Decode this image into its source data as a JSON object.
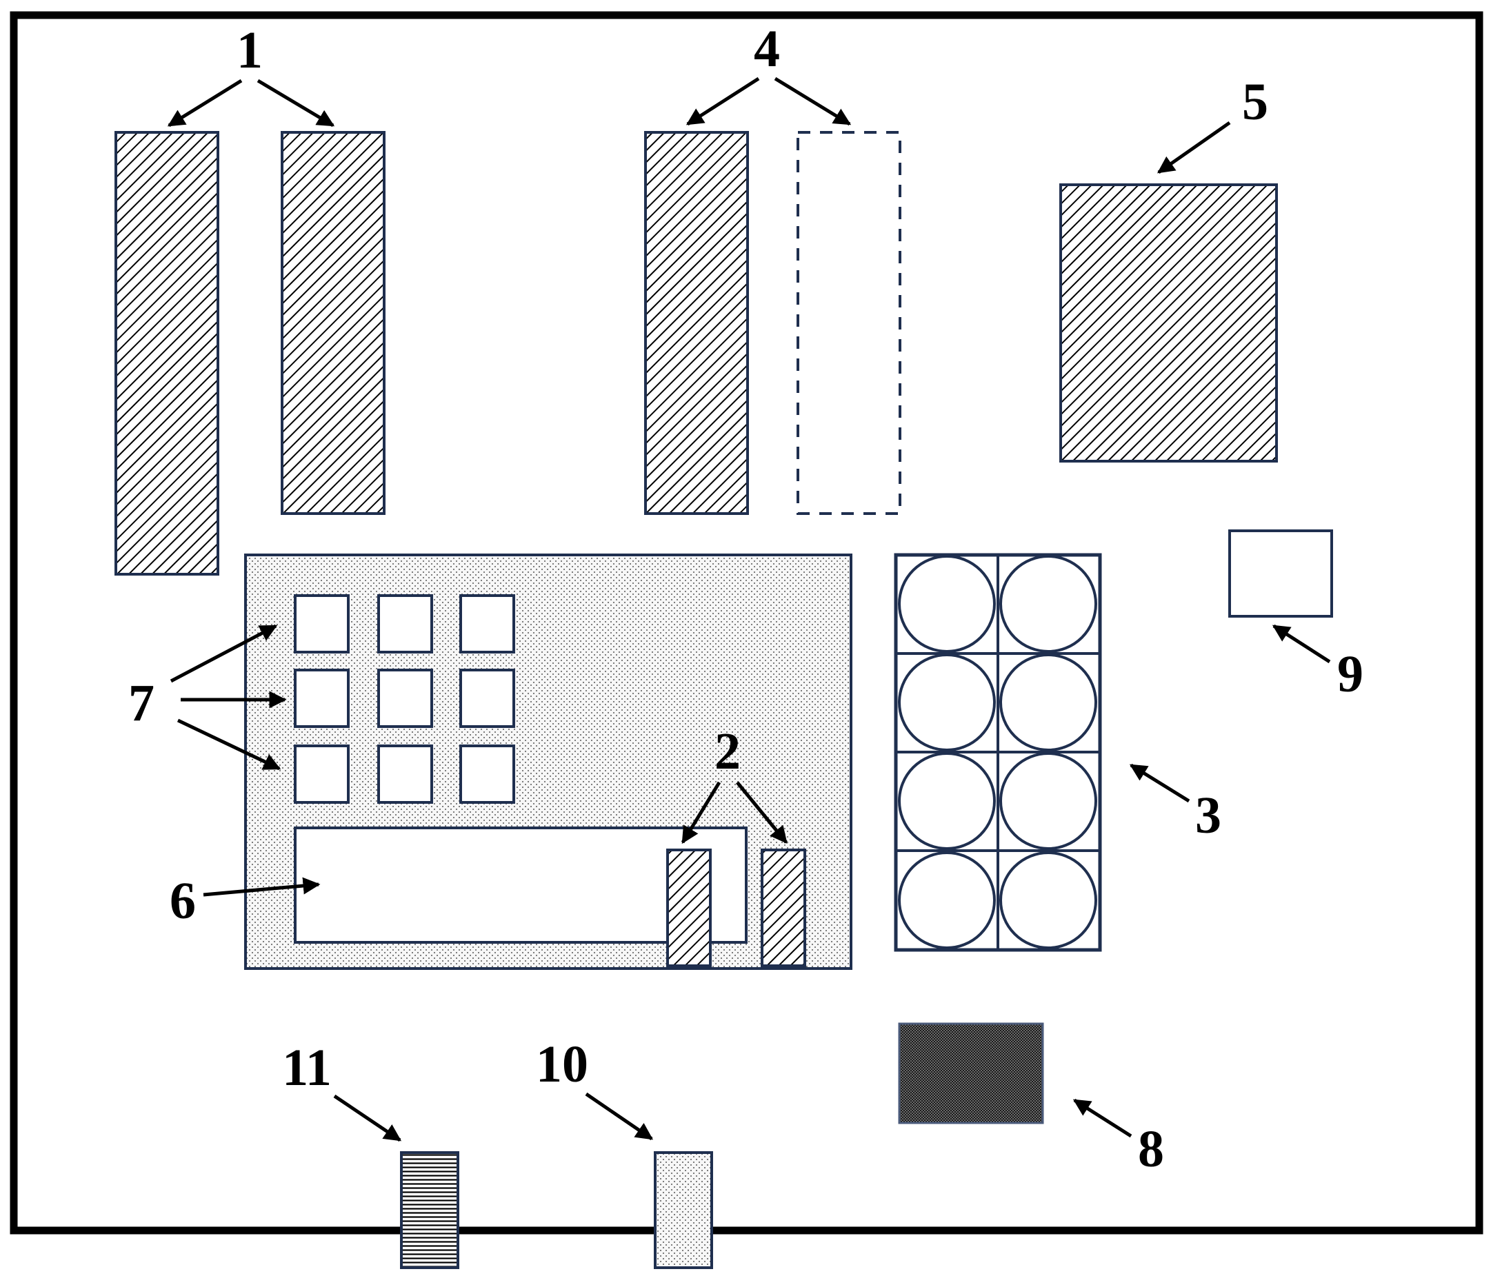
{
  "colors": {
    "outline": "#000000",
    "shape_border": "#1f2f4f",
    "hatch": "#000000",
    "dot_fill": "#f4f4f4",
    "background": "#ffffff"
  },
  "labels": {
    "l1": "1",
    "l2": "2",
    "l3": "3",
    "l4": "4",
    "l5": "5",
    "l6": "6",
    "l7": "7",
    "l8": "8",
    "l9": "9",
    "l10": "10",
    "l11": "11"
  },
  "legend_patterns": {
    "diagonal_hatch": "diagonal-hatch",
    "dotted_stipple": "dotted-stipple",
    "cross_fine": "fine-crosshatch",
    "horizontal_lines": "horizontal-lines",
    "dashed_outline": "dashed-outline"
  }
}
